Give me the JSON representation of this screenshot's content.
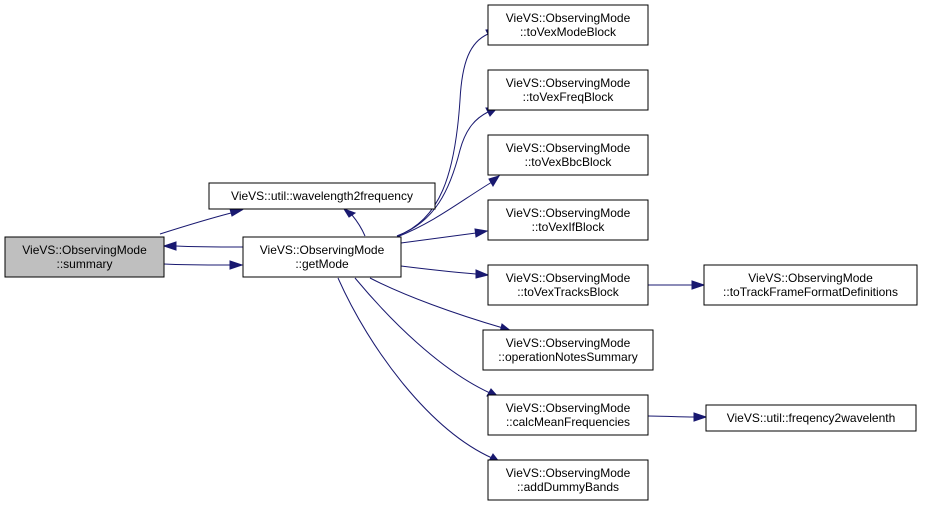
{
  "colors": {
    "edge": "#191970",
    "node_fill": "#ffffff",
    "node_highlight_fill": "#bfbfbf",
    "node_border": "#000000"
  },
  "nodes": [
    {
      "id": "summary",
      "lines": [
        "VieVS::ObservingMode",
        "::summary"
      ],
      "highlight": true
    },
    {
      "id": "w2f",
      "lines": [
        "VieVS::util::wavelength2frequency"
      ]
    },
    {
      "id": "getMode",
      "lines": [
        "VieVS::ObservingMode",
        "::getMode"
      ]
    },
    {
      "id": "modeBlock",
      "lines": [
        "VieVS::ObservingMode",
        "::toVexModeBlock"
      ]
    },
    {
      "id": "freqBlock",
      "lines": [
        "VieVS::ObservingMode",
        "::toVexFreqBlock"
      ]
    },
    {
      "id": "bbcBlock",
      "lines": [
        "VieVS::ObservingMode",
        "::toVexBbcBlock"
      ]
    },
    {
      "id": "ifBlock",
      "lines": [
        "VieVS::ObservingMode",
        "::toVexIfBlock"
      ]
    },
    {
      "id": "tracksBlock",
      "lines": [
        "VieVS::ObservingMode",
        "::toVexTracksBlock"
      ]
    },
    {
      "id": "trackFrame",
      "lines": [
        "VieVS::ObservingMode",
        "::toTrackFrameFormatDefinitions"
      ]
    },
    {
      "id": "opNotes",
      "lines": [
        "VieVS::ObservingMode",
        "::operationNotesSummary"
      ]
    },
    {
      "id": "calcMean",
      "lines": [
        "VieVS::ObservingMode",
        "::calcMeanFrequencies"
      ]
    },
    {
      "id": "f2w",
      "lines": [
        "VieVS::util::freqency2wavelenth"
      ]
    },
    {
      "id": "dummy",
      "lines": [
        "VieVS::ObservingMode",
        "::addDummyBands"
      ]
    }
  ],
  "edges": [
    {
      "from": "summary",
      "to": "w2f"
    },
    {
      "from": "summary",
      "to": "getMode"
    },
    {
      "from": "getMode",
      "to": "summary"
    },
    {
      "from": "getMode",
      "to": "w2f"
    },
    {
      "from": "getMode",
      "to": "modeBlock"
    },
    {
      "from": "getMode",
      "to": "freqBlock"
    },
    {
      "from": "getMode",
      "to": "bbcBlock"
    },
    {
      "from": "getMode",
      "to": "ifBlock"
    },
    {
      "from": "getMode",
      "to": "tracksBlock"
    },
    {
      "from": "getMode",
      "to": "opNotes"
    },
    {
      "from": "getMode",
      "to": "calcMean"
    },
    {
      "from": "getMode",
      "to": "dummy"
    },
    {
      "from": "tracksBlock",
      "to": "trackFrame"
    },
    {
      "from": "calcMean",
      "to": "f2w"
    }
  ]
}
